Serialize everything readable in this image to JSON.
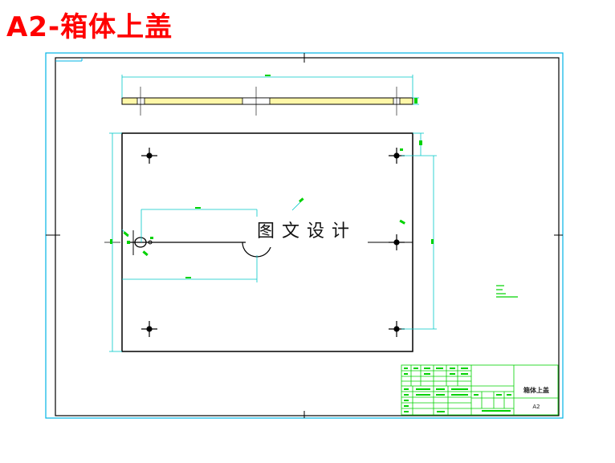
{
  "title": "A2-箱体上盖",
  "watermark": "图文设计",
  "title_block": {
    "part_name": "箱体上盖",
    "drawing_code": "A2"
  },
  "colors": {
    "title": "#ff0000",
    "border": "#00b4e6",
    "outline": "#000000",
    "dimension": "#00c8c8",
    "annotation": "#00d200",
    "section_fill": "#fff7a8"
  }
}
